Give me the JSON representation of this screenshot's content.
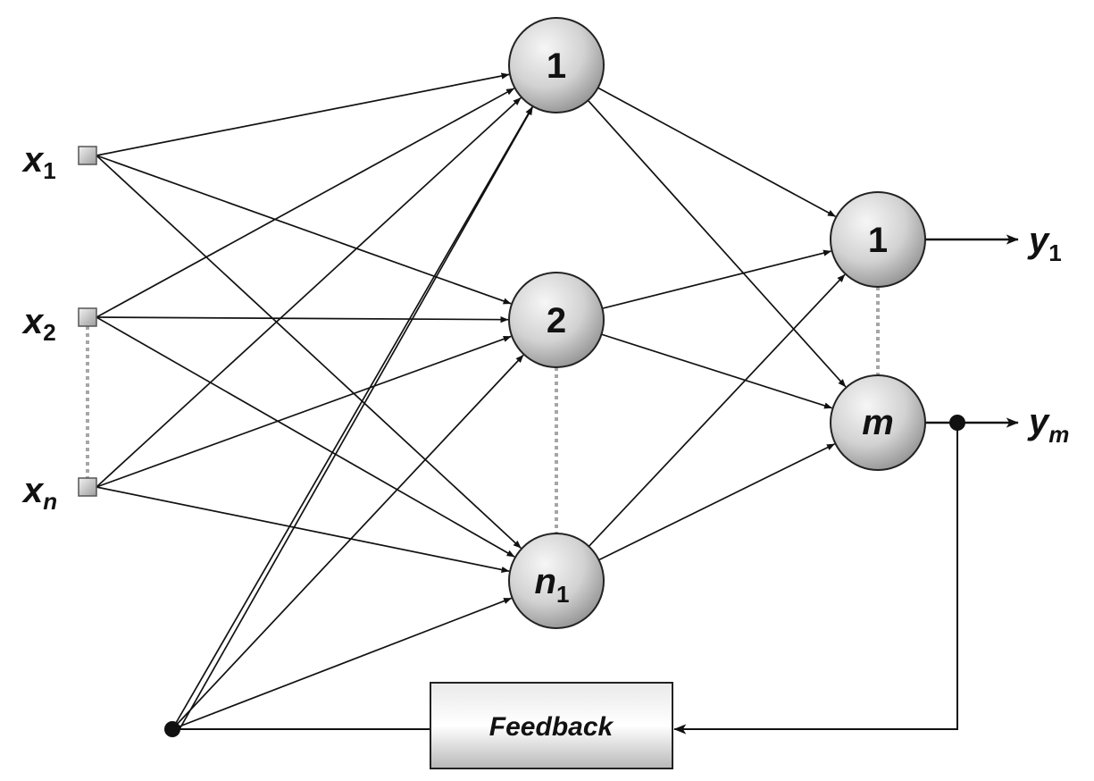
{
  "inputs": [
    {
      "id": "x1",
      "var": "x",
      "sub": "1"
    },
    {
      "id": "x2",
      "var": "x",
      "sub": "2"
    },
    {
      "id": "xn",
      "var": "x",
      "sub": "n"
    }
  ],
  "hidden_nodes": [
    {
      "id": "h1",
      "label": "1",
      "sub": ""
    },
    {
      "id": "h2",
      "label": "2",
      "sub": ""
    },
    {
      "id": "hn",
      "label": "n",
      "sub": "1"
    }
  ],
  "output_nodes": [
    {
      "id": "o1",
      "label": "1"
    },
    {
      "id": "om",
      "label": "m"
    }
  ],
  "outputs": [
    {
      "id": "y1",
      "var": "y",
      "sub": "1"
    },
    {
      "id": "ym",
      "var": "y",
      "sub": "m"
    }
  ],
  "feedback_label": "Feedback",
  "colors": {
    "line": "#111111",
    "dotted": "#a6a6a6",
    "node_light": "#f4f4f4",
    "node_dark": "#9a9a9a"
  }
}
